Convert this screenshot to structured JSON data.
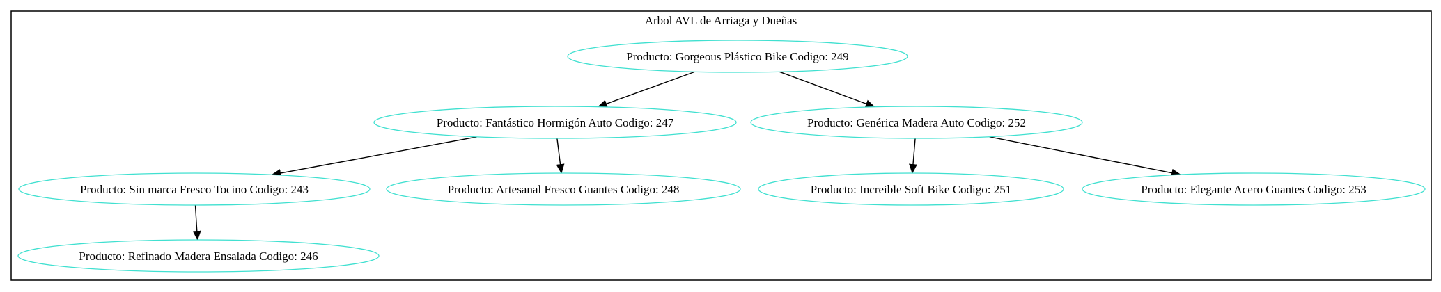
{
  "graph": {
    "title": "Arbol AVL de Arriaga y Dueñas",
    "node_border_color": "#40e0d0",
    "edge_color": "#000000",
    "frame_color": "#000000"
  },
  "nodes": [
    {
      "id": "n249",
      "label": "Producto: Gorgeous Plástico Bike Codigo: 249"
    },
    {
      "id": "n247",
      "label": "Producto: Fantástico Hormigón Auto Codigo: 247"
    },
    {
      "id": "n252",
      "label": "Producto: Genérica Madera Auto Codigo: 252"
    },
    {
      "id": "n243",
      "label": "Producto: Sin marca Fresco Tocino Codigo: 243"
    },
    {
      "id": "n248",
      "label": "Producto: Artesanal Fresco Guantes Codigo: 248"
    },
    {
      "id": "n251",
      "label": "Producto: Increible Soft Bike Codigo: 251"
    },
    {
      "id": "n253",
      "label": "Producto: Elegante Acero Guantes Codigo: 253"
    },
    {
      "id": "n246",
      "label": "Producto: Refinado Madera Ensalada Codigo: 246"
    }
  ],
  "edges": [
    {
      "from": "n249",
      "to": "n247"
    },
    {
      "from": "n249",
      "to": "n252"
    },
    {
      "from": "n247",
      "to": "n243"
    },
    {
      "from": "n247",
      "to": "n248"
    },
    {
      "from": "n252",
      "to": "n251"
    },
    {
      "from": "n252",
      "to": "n253"
    },
    {
      "from": "n243",
      "to": "n246"
    }
  ]
}
